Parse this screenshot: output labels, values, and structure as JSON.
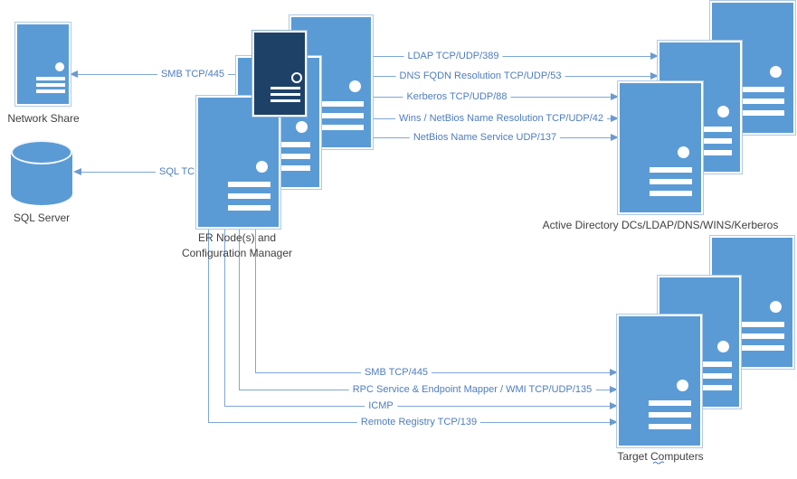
{
  "nodes": {
    "network_share": {
      "label": "Network Share"
    },
    "sql_server": {
      "label": "SQL Server"
    },
    "er_cluster": {
      "label_line1": "ER Node(s) and",
      "label_line2": "Configuration Manager"
    },
    "ad_cluster": {
      "label": "Active Directory DCs/LDAP/DNS/WINS/Kerberos"
    },
    "target_cluster": {
      "label": "Target Computers"
    }
  },
  "connections": {
    "to_network_share": {
      "label": "SMB TCP/445"
    },
    "to_sql_server": {
      "label": "SQL TCP/1433"
    },
    "to_active_directory": [
      {
        "label": "LDAP TCP/UDP/389"
      },
      {
        "label": "DNS FQDN Resolution TCP/UDP/53"
      },
      {
        "label": "Kerberos TCP/UDP/88"
      },
      {
        "label": "Wins / NetBios Name Resolution TCP/UDP/42"
      },
      {
        "label": "NetBios Name Service UDP/137"
      }
    ],
    "to_target_computers": [
      {
        "label": "SMB TCP/445"
      },
      {
        "label": "RPC Service & Endpoint Mapper / WMI TCP/UDP/135"
      },
      {
        "label": "ICMP"
      },
      {
        "label": "Remote Registry TCP/139"
      }
    ]
  },
  "colors": {
    "server_blue": "#5B9BD5",
    "server_dark_navy": "#1E4168",
    "connector_blue": "#7EA7D8",
    "arrowhead_blue": "#6D9ACE",
    "connector_text_blue": "#4E7DBE",
    "node_text_gray": "#3F3F3F"
  }
}
